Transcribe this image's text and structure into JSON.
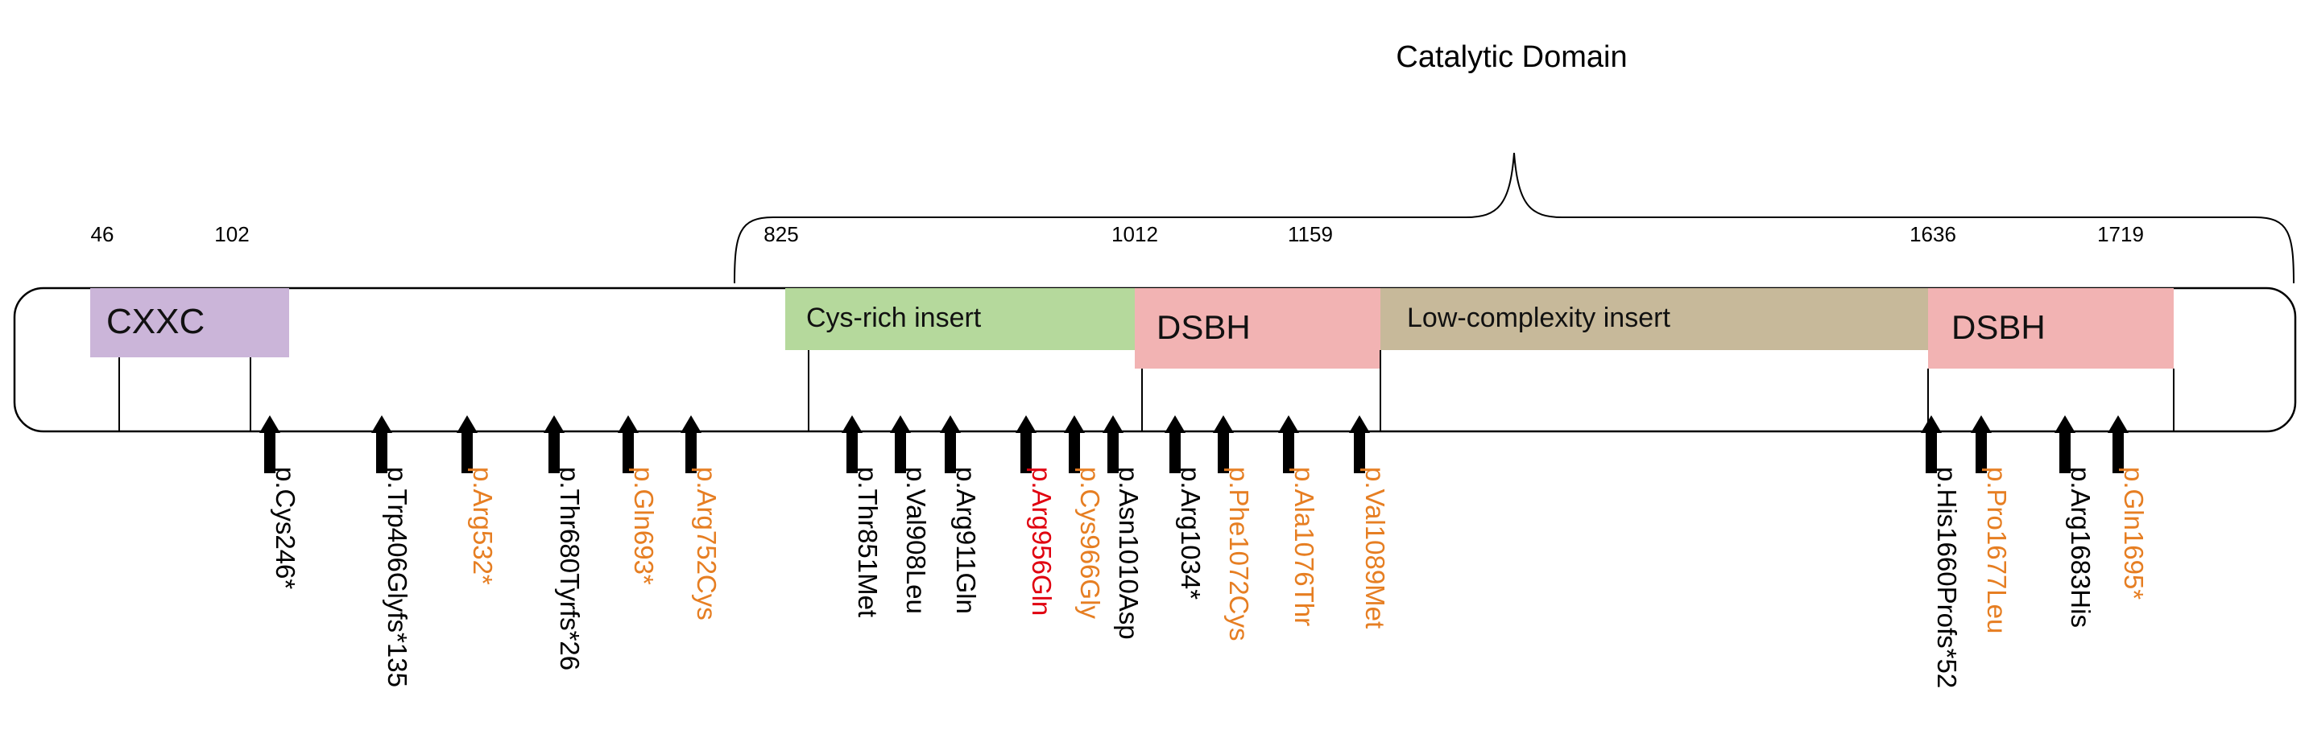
{
  "title": "Catalytic Domain",
  "protein_length_positions": {
    "cxxc_start": "46",
    "cxxc_end": "102",
    "catalytic_start": "825",
    "dsbh1_start": "1012",
    "lowcomplexity_start": "1159",
    "dsbh2_start": "1636",
    "dsbh2_end": "1719"
  },
  "domains": [
    {
      "key": "cxxc",
      "label": "CXXC",
      "color": "#cbb5d9"
    },
    {
      "key": "cys-rich",
      "label": "Cys-rich insert",
      "color": "#b5d99c"
    },
    {
      "key": "dsbh1",
      "label": "DSBH",
      "color": "#f2b3b3"
    },
    {
      "key": "low-complexity",
      "label": "Low-complexity insert",
      "color": "#c7b99a"
    },
    {
      "key": "dsbh2",
      "label": "DSBH",
      "color": "#f2b3b3"
    }
  ],
  "legend_colors": {
    "black": "#000000",
    "orange": "#e67e22",
    "red": "#e0000f"
  },
  "mutations": [
    {
      "label": "p.Cys246*",
      "color": "black"
    },
    {
      "label": "p.Trp406Glyfs*135",
      "color": "black"
    },
    {
      "label": "p.Arg532*",
      "color": "orange"
    },
    {
      "label": "p.Thr680Tyrfs*26",
      "color": "black"
    },
    {
      "label": "p.Gln693*",
      "color": "orange"
    },
    {
      "label": "p.Arg752Cys",
      "color": "orange"
    },
    {
      "label": "p.Thr851Met",
      "color": "black"
    },
    {
      "label": "p.Val908Leu",
      "color": "black"
    },
    {
      "label": "p.Arg911Gln",
      "color": "black"
    },
    {
      "label": "p.Arg956Gln",
      "color": "red"
    },
    {
      "label": "p.Cys966Gly",
      "color": "orange"
    },
    {
      "label": "p.Asn1010Asp",
      "color": "black"
    },
    {
      "label": "p.Arg1034*",
      "color": "black"
    },
    {
      "label": "p.Phe1072Cys",
      "color": "orange"
    },
    {
      "label": "p.Ala1076Thr",
      "color": "orange"
    },
    {
      "label": "p.Val1089Met",
      "color": "orange"
    },
    {
      "label": "p.His1660Profs*52",
      "color": "black"
    },
    {
      "label": "p.Pro1677Leu",
      "color": "orange"
    },
    {
      "label": "p.Arg1683His",
      "color": "black"
    },
    {
      "label": "p.Gln1695*",
      "color": "orange"
    }
  ]
}
